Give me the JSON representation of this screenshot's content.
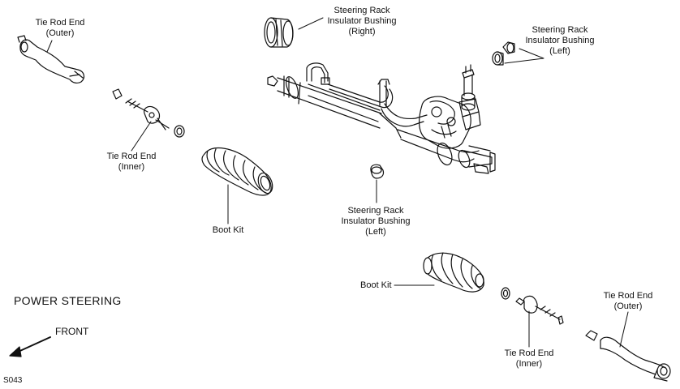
{
  "title": "POWER STEERING",
  "direction_label": "FRONT",
  "figure_code": "S043",
  "labels": {
    "tie_rod_end_outer_top": [
      "Tie Rod End",
      "(Outer)"
    ],
    "tie_rod_end_inner_top": [
      "Tie Rod End",
      "(Inner)"
    ],
    "boot_kit_top": "Boot Kit",
    "insulator_bushing_right": [
      "Steering Rack",
      "Insulator Bushing",
      "(Right)"
    ],
    "insulator_bushing_left_top": [
      "Steering Rack",
      "Insulator Bushing",
      "(Left)"
    ],
    "insulator_bushing_left_mid": [
      "Steering Rack",
      "Insulator Bushing",
      "(Left)"
    ],
    "boot_kit_bottom": "Boot Kit",
    "tie_rod_end_outer_bottom": [
      "Tie Rod End",
      "(Outer)"
    ],
    "tie_rod_end_inner_bottom": [
      "Tie Rod End",
      "(Inner)"
    ]
  }
}
